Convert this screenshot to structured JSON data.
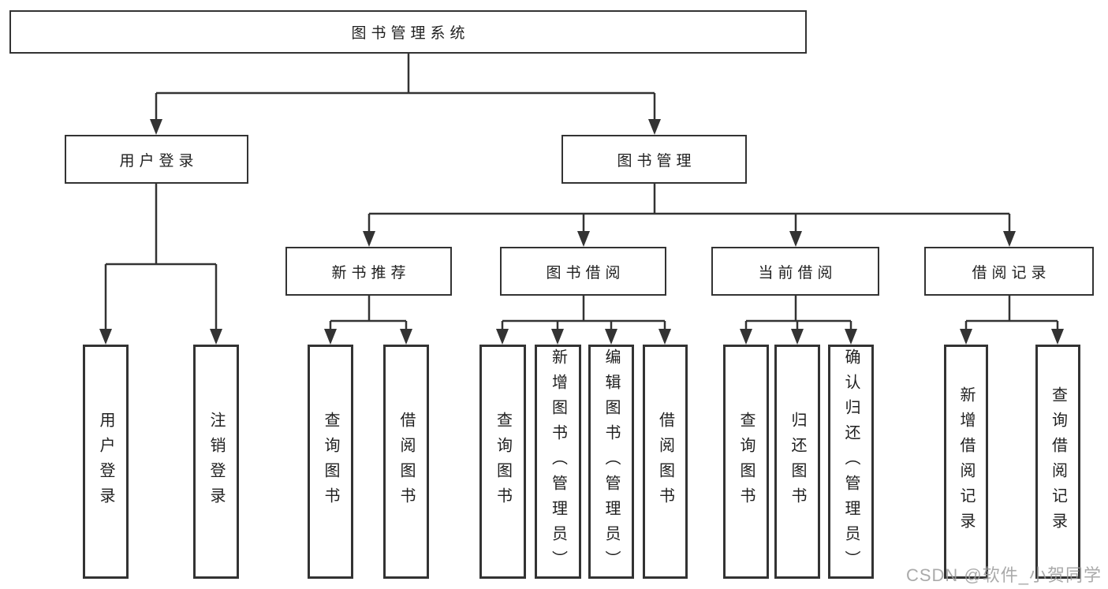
{
  "diagram": {
    "root": {
      "label": "图书管理系统"
    },
    "branches": [
      {
        "label": "用户登录",
        "children": [
          {
            "label": "用户登录"
          },
          {
            "label": "注销登录"
          }
        ]
      },
      {
        "label": "图书管理",
        "children": [
          {
            "label": "新书推荐",
            "children": [
              {
                "label": "查询图书"
              },
              {
                "label": "借阅图书"
              }
            ]
          },
          {
            "label": "图书借阅",
            "children": [
              {
                "label": "查询图书"
              },
              {
                "label": "新增图书（管理员）"
              },
              {
                "label": "编辑图书（管理员）"
              },
              {
                "label": "借阅图书"
              }
            ]
          },
          {
            "label": "当前借阅",
            "children": [
              {
                "label": "查询图书"
              },
              {
                "label": "归还图书"
              },
              {
                "label": "确认归还（管理员）"
              }
            ]
          },
          {
            "label": "借阅记录",
            "children": [
              {
                "label": "新增借阅记录"
              },
              {
                "label": "查询借阅记录"
              }
            ]
          }
        ]
      }
    ]
  },
  "watermark": {
    "text": "CSDN @软件_小贺同学"
  },
  "colors": {
    "line": "#333333",
    "box_border": "#333333",
    "text": "#1f1f1f",
    "watermark": "#9c9c9c",
    "background": "#ffffff"
  }
}
